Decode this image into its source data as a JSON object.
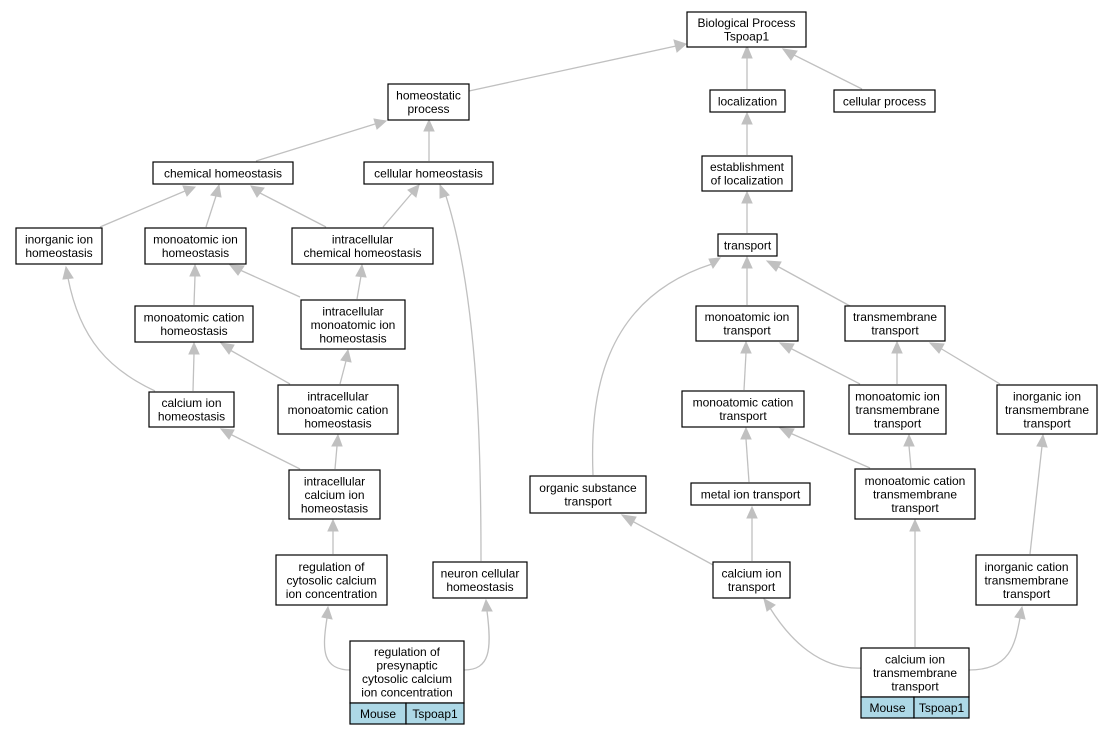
{
  "colors": {
    "edge": "#c0c0c0",
    "node_fill": "#ffffff",
    "node_border": "#000000",
    "species_fill": "#add8e6"
  },
  "nodes": {
    "root": [
      "Biological Process",
      "Tspoap1"
    ],
    "homeostatic": [
      "homeostatic",
      "process"
    ],
    "localization": [
      "localization"
    ],
    "cellular_process": [
      "cellular process"
    ],
    "chemical_homeostasis": [
      "chemical homeostasis"
    ],
    "cellular_homeostasis": [
      "cellular homeostasis"
    ],
    "establishment": [
      "establishment",
      "of localization"
    ],
    "inorganic_ion_homeostasis": [
      "inorganic ion",
      "homeostasis"
    ],
    "monoatomic_ion_homeostasis": [
      "monoatomic ion",
      "homeostasis"
    ],
    "intracellular_chemical": [
      "intracellular",
      "chemical homeostasis"
    ],
    "transport": [
      "transport"
    ],
    "monoatomic_cation_homeostasis": [
      "monoatomic cation",
      "homeostasis"
    ],
    "intracellular_monoatomic_ion": [
      "intracellular",
      "monoatomic ion",
      "homeostasis"
    ],
    "monoatomic_ion_transport": [
      "monoatomic ion",
      "transport"
    ],
    "transmembrane_transport": [
      "transmembrane",
      "transport"
    ],
    "calcium_ion_homeostasis": [
      "calcium ion",
      "homeostasis"
    ],
    "intracellular_monoatomic_cation": [
      "intracellular",
      "monoatomic cation",
      "homeostasis"
    ],
    "monoatomic_cation_transport": [
      "monoatomic cation",
      "transport"
    ],
    "monoatomic_ion_tm_transport": [
      "monoatomic ion",
      "transmembrane",
      "transport"
    ],
    "inorganic_ion_tm_transport": [
      "inorganic ion",
      "transmembrane",
      "transport"
    ],
    "intracellular_calcium": [
      "intracellular",
      "calcium ion",
      "homeostasis"
    ],
    "organic_substance_transport": [
      "organic substance",
      "transport"
    ],
    "metal_ion_transport": [
      "metal ion transport"
    ],
    "monoatomic_cation_tm_transport": [
      "monoatomic cation",
      "transmembrane",
      "transport"
    ],
    "regulation_cytosolic": [
      "regulation of",
      "cytosolic calcium",
      "ion concentration"
    ],
    "neuron_cellular_homeostasis": [
      "neuron cellular",
      "homeostasis"
    ],
    "calcium_ion_transport": [
      "calcium ion",
      "transport"
    ],
    "inorganic_cation_tm_transport": [
      "inorganic cation",
      "transmembrane",
      "transport"
    ],
    "regulation_presynaptic": [
      "regulation of",
      "presynaptic",
      "cytosolic calcium",
      "ion concentration"
    ],
    "calcium_ion_tm_transport": [
      "calcium ion",
      "transmembrane",
      "transport"
    ]
  },
  "annotations": {
    "regulation_presynaptic": {
      "species": "Mouse",
      "gene": "Tspoap1"
    },
    "calcium_ion_tm_transport": {
      "species": "Mouse",
      "gene": "Tspoap1"
    }
  }
}
